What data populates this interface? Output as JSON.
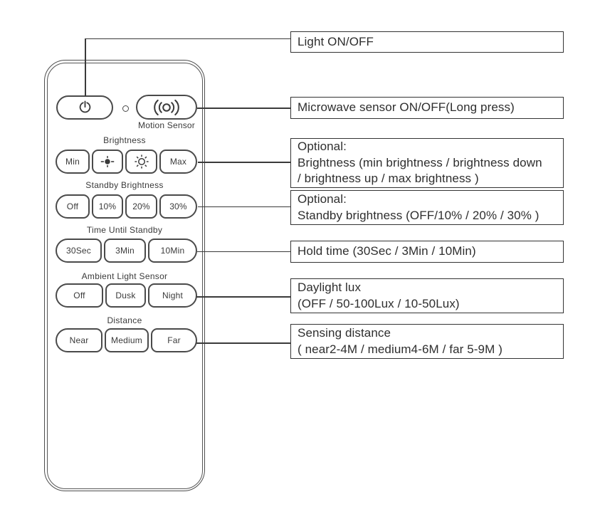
{
  "colors": {
    "ink": "#3a3a3a",
    "line": "#4a4a4a",
    "background": "#ffffff"
  },
  "remote": {
    "power_button_icon": "power-icon",
    "indicator": "led-indicator",
    "motion_button_icon": "microwave-sensor-icon",
    "motion_label": "Motion Sensor",
    "sections": [
      {
        "label": "Brightness",
        "buttons": [
          "Min",
          "brightness-down-icon",
          "brightness-up-icon",
          "Max"
        ]
      },
      {
        "label": "Standby Brightness",
        "buttons": [
          "Off",
          "10%",
          "20%",
          "30%"
        ]
      },
      {
        "label": "Time Until Standby",
        "buttons": [
          "30Sec",
          "3Min",
          "10Min"
        ]
      },
      {
        "label": "Ambient Light Sensor",
        "buttons": [
          "Off",
          "Dusk",
          "Night"
        ]
      },
      {
        "label": "Distance",
        "buttons": [
          "Near",
          "Medium",
          "Far"
        ]
      }
    ]
  },
  "annotations": [
    {
      "lines": [
        "Light ON/OFF"
      ]
    },
    {
      "lines": [
        "Microwave sensor ON/OFF(Long press)"
      ]
    },
    {
      "lines": [
        "Optional:",
        "Brightness (min brightness / brightness down",
        "/ brightness up / max brightness )"
      ]
    },
    {
      "lines": [
        "Optional:",
        "Standby brightness (OFF/10% / 20% / 30% )"
      ]
    },
    {
      "lines": [
        "Hold time (30Sec / 3Min / 10Min)"
      ]
    },
    {
      "lines": [
        "Daylight lux",
        "(OFF / 50-100Lux / 10-50Lux)"
      ]
    },
    {
      "lines": [
        "Sensing distance",
        "( near2-4M / medium4-6M / far 5-9M )"
      ]
    }
  ]
}
